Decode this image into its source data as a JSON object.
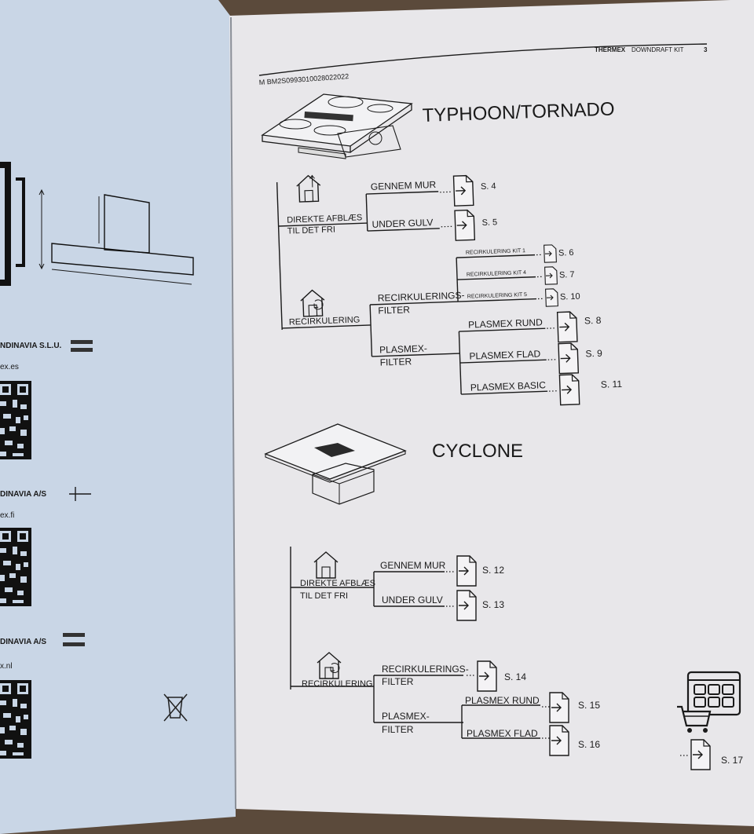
{
  "header": {
    "code": "M BM2S0993010028022022",
    "brand": "THERMEX",
    "product": "DOWNDRAFT KIT",
    "page": "3"
  },
  "left_page": {
    "distributors": [
      {
        "name": "NDINAVIA S.L.U.",
        "url": "ex.es"
      },
      {
        "name": "DINAVIA A/S",
        "url": "ex.fi"
      },
      {
        "name": "DINAVIA A/S",
        "url": "x.nl"
      }
    ]
  },
  "sections": {
    "typhoon": {
      "title": "TYPHOON/TORNADO",
      "direct_label_1": "DIREKTE AFBLÆS",
      "direct_label_2": "TIL DET FRI",
      "gennem_mur": "GENNEM MUR",
      "gennem_mur_page": "S. 4",
      "under_gulv": "UNDER GULV",
      "under_gulv_page": "S. 5",
      "recirk_label": "RECIRKULERING",
      "kit1": "RECIRKULERING KIT 1",
      "kit1_page": "S. 6",
      "kit4": "RECIRKULERING KIT 4",
      "kit4_page": "S. 7",
      "kit5": "RECIRKULERING KIT 5",
      "kit5_page": "S. 10",
      "recfilter_1": "RECIRKULERINGS-",
      "recfilter_2": "FILTER",
      "plasmex_1": "PLASMEX-",
      "plasmex_2": "FILTER",
      "rund": "PLASMEX RUND",
      "rund_page": "S. 8",
      "flad": "PLASMEX FLAD",
      "flad_page": "S. 9",
      "basic": "PLASMEX BASIC",
      "basic_page": "S. 11"
    },
    "cyclone": {
      "title": "CYCLONE",
      "direct_label_1": "DIREKTE AFBLÆS",
      "direct_label_2": "TIL DET FRI",
      "gennem_mur": "GENNEM MUR",
      "gennem_mur_page": "S. 12",
      "under_gulv": "UNDER GULV",
      "under_gulv_page": "S. 13",
      "recirk_label": "RECIRKULERING",
      "recfilter_1": "RECIRKULERINGS-",
      "recfilter_2": "FILTER",
      "recfilter_page": "S. 14",
      "plasmex_1": "PLASMEX-",
      "plasmex_2": "FILTER",
      "rund": "PLASMEX RUND",
      "rund_page": "S. 15",
      "flad": "PLASMEX FLAD",
      "flad_page": "S. 16"
    },
    "shop_page": "S. 17"
  },
  "colors": {
    "paper_left": "#c9d6e6",
    "paper_right": "#e8e7ea",
    "ink": "#1a1a1a",
    "background": "#5b4a3b"
  }
}
